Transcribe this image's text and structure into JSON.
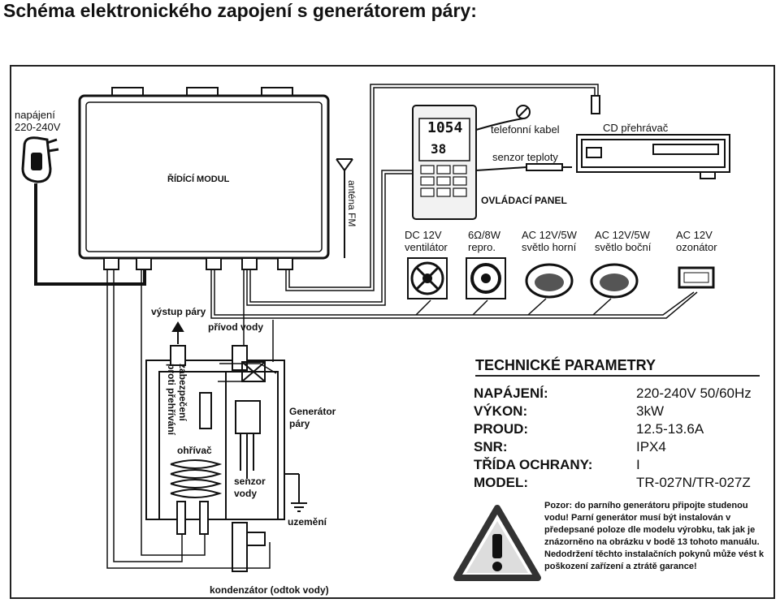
{
  "title": "Schéma elektronického zapojení s generátorem páry:",
  "labels": {
    "power_input": [
      "napájení",
      "220-240V"
    ],
    "control_module": "ŘÍDÍCÍ MODUL",
    "antenna": "anténa FM",
    "phone_cable": "telefonní kabel",
    "cd_player": "CD přehrávač",
    "temp_sensor": "senzor teploty",
    "control_panel": "OVLÁDACÍ PANEL",
    "fan": [
      "DC 12V",
      "ventilátor"
    ],
    "speaker": [
      "6Ω/8W",
      "repro."
    ],
    "top_light": [
      "AC 12V/5W",
      "světlo horní"
    ],
    "side_light": [
      "AC 12V/5W",
      "světlo boční"
    ],
    "ozonator": [
      "AC 12V",
      "ozonátor"
    ],
    "steam_output": "výstup páry",
    "water_inlet": "přívod vody",
    "overheat_protection": [
      "zabezpečení",
      "proti přehřívání"
    ],
    "heater": "ohřívač",
    "water_sensor": [
      "senzor",
      "vody"
    ],
    "steam_generator": [
      "Generátor",
      "páry"
    ],
    "ground": "uzemění",
    "condenser": "kondenzátor (odtok vody)"
  },
  "panel_display": [
    "1054",
    "38"
  ],
  "params": {
    "heading": "TECHNICKÉ PARAMETRY",
    "rows": [
      {
        "key": "NAPÁJENÍ:",
        "value": "220-240V 50/60Hz"
      },
      {
        "key": "VÝKON:",
        "value": "3kW"
      },
      {
        "key": "PROUD:",
        "value": "12.5-13.6A"
      },
      {
        "key": "SNR:",
        "value": "IPX4"
      },
      {
        "key": "TŘÍDA OCHRANY:",
        "value": "I"
      },
      {
        "key": "MODEL:",
        "value": "TR-027N/TR-027Z"
      }
    ]
  },
  "warning": "Pozor: do parního generátoru připojte studenou vodu! Parní generátor musí být instalován v předepsané poloze dle modelu výrobku, tak jak je znázorněno na obrázku v bodě 13 tohoto manuálu. Nedodržení těchto instalačních pokynů může vést k poškození zařízení a ztrátě garance!"
}
